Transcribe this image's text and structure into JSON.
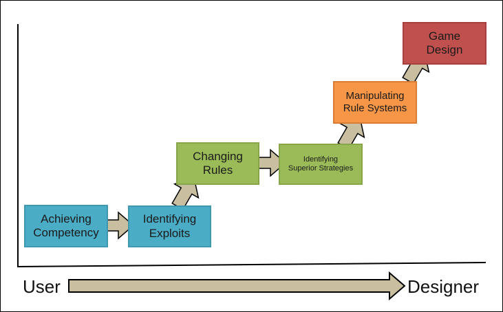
{
  "stages": [
    {
      "id": "achieving",
      "label": "Achieving\nCompetency",
      "color": "#4bacc6"
    },
    {
      "id": "identifying-exploits",
      "label": "Identifying\nExploits",
      "color": "#4bacc6"
    },
    {
      "id": "changing-rules",
      "label": "Changing\nRules",
      "color": "#9bbb59"
    },
    {
      "id": "identifying-strategies",
      "label": "Identifying\nSuperior Strategies",
      "color": "#9bbb59"
    },
    {
      "id": "manipulating",
      "label": "Manipulating\nRule Systems",
      "color": "#f79646"
    },
    {
      "id": "game-design",
      "label": "Game\nDesign",
      "color": "#c0504d"
    }
  ],
  "progression": {
    "start_label": "User",
    "end_label": "Designer"
  },
  "colors": {
    "arrow_fill": "#c9bfa0",
    "arrow_stroke": "#000000",
    "axis": "#000000"
  }
}
